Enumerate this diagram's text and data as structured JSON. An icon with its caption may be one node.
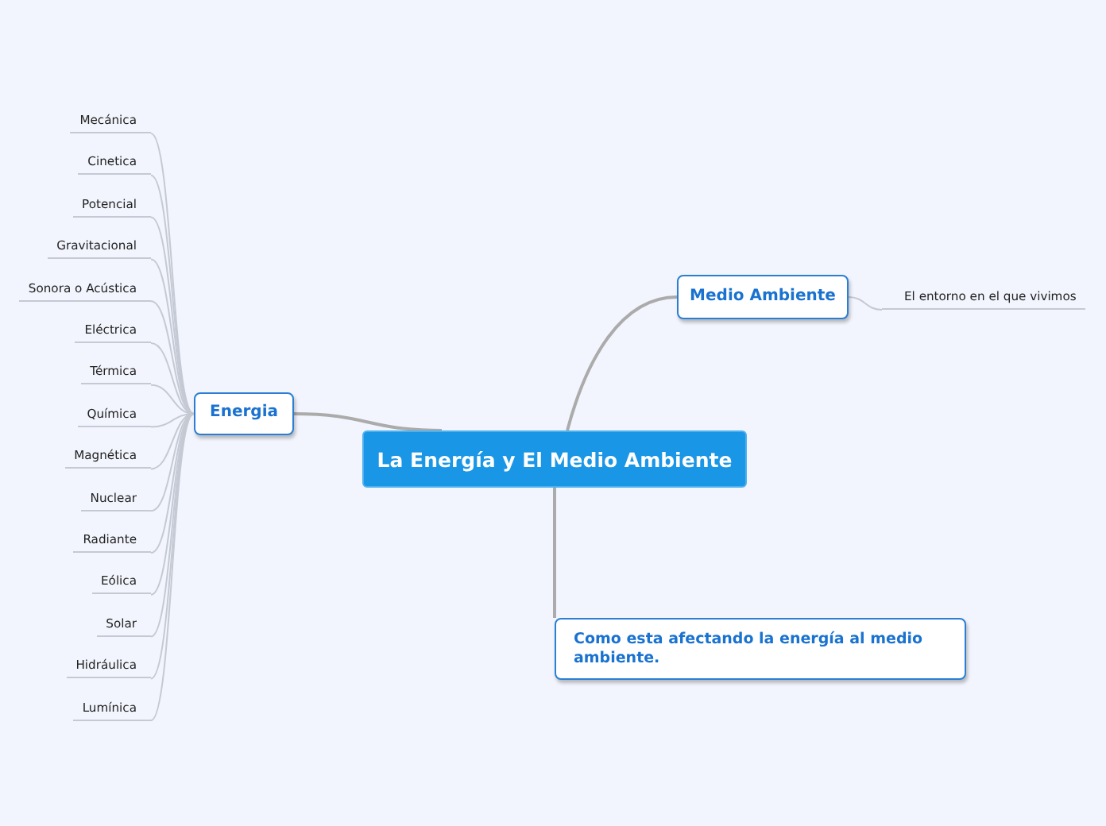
{
  "diagram": {
    "nodes": [
      {
        "text": [
          "La Energía y El Medio Ambiente"
        ]
      },
      {
        "text": [
          "Energia"
        ]
      },
      {
        "text": [
          "Medio Ambiente"
        ]
      },
      {
        "text": [
          "Como esta afectando la energía al medio ambiente."
        ]
      },
      {
        "text": [
          "El entorno en el que vivimos"
        ]
      },
      {
        "text": [
          "Mecánica"
        ]
      },
      {
        "text": [
          "Cinetica"
        ]
      },
      {
        "text": [
          "Potencial"
        ]
      },
      {
        "text": [
          "Gravitacional"
        ]
      },
      {
        "text": [
          "Sonora o Acústica"
        ]
      },
      {
        "text": [
          "Eléctrica"
        ]
      },
      {
        "text": [
          "Térmica"
        ]
      },
      {
        "text": [
          "Química"
        ]
      },
      {
        "text": [
          "Magnética"
        ]
      },
      {
        "text": [
          "Nuclear"
        ]
      },
      {
        "text": [
          "Radiante"
        ]
      },
      {
        "text": [
          "Eólica"
        ]
      },
      {
        "text": [
          "Solar"
        ]
      },
      {
        "text": [
          "Hidráulica"
        ]
      },
      {
        "text": [
          "Lumínica"
        ]
      }
    ],
    "edges": [
      {
        "from": 0,
        "to": 1,
        "arrow": "none"
      },
      {
        "from": 0,
        "to": 2,
        "arrow": "none"
      },
      {
        "from": 0,
        "to": 3,
        "arrow": "none"
      },
      {
        "from": 2,
        "to": 4,
        "arrow": "none"
      },
      {
        "from": 1,
        "to": 5,
        "arrow": "none"
      },
      {
        "from": 1,
        "to": 6,
        "arrow": "none"
      },
      {
        "from": 1,
        "to": 7,
        "arrow": "none"
      },
      {
        "from": 1,
        "to": 8,
        "arrow": "none"
      },
      {
        "from": 1,
        "to": 9,
        "arrow": "none"
      },
      {
        "from": 1,
        "to": 10,
        "arrow": "none"
      },
      {
        "from": 1,
        "to": 11,
        "arrow": "none"
      },
      {
        "from": 1,
        "to": 12,
        "arrow": "none"
      },
      {
        "from": 1,
        "to": 13,
        "arrow": "none"
      },
      {
        "from": 1,
        "to": 14,
        "arrow": "none"
      },
      {
        "from": 1,
        "to": 15,
        "arrow": "none"
      },
      {
        "from": 1,
        "to": 16,
        "arrow": "none"
      },
      {
        "from": 1,
        "to": 17,
        "arrow": "none"
      },
      {
        "from": 1,
        "to": 18,
        "arrow": "none"
      },
      {
        "from": 1,
        "to": 19,
        "arrow": "none"
      }
    ]
  }
}
